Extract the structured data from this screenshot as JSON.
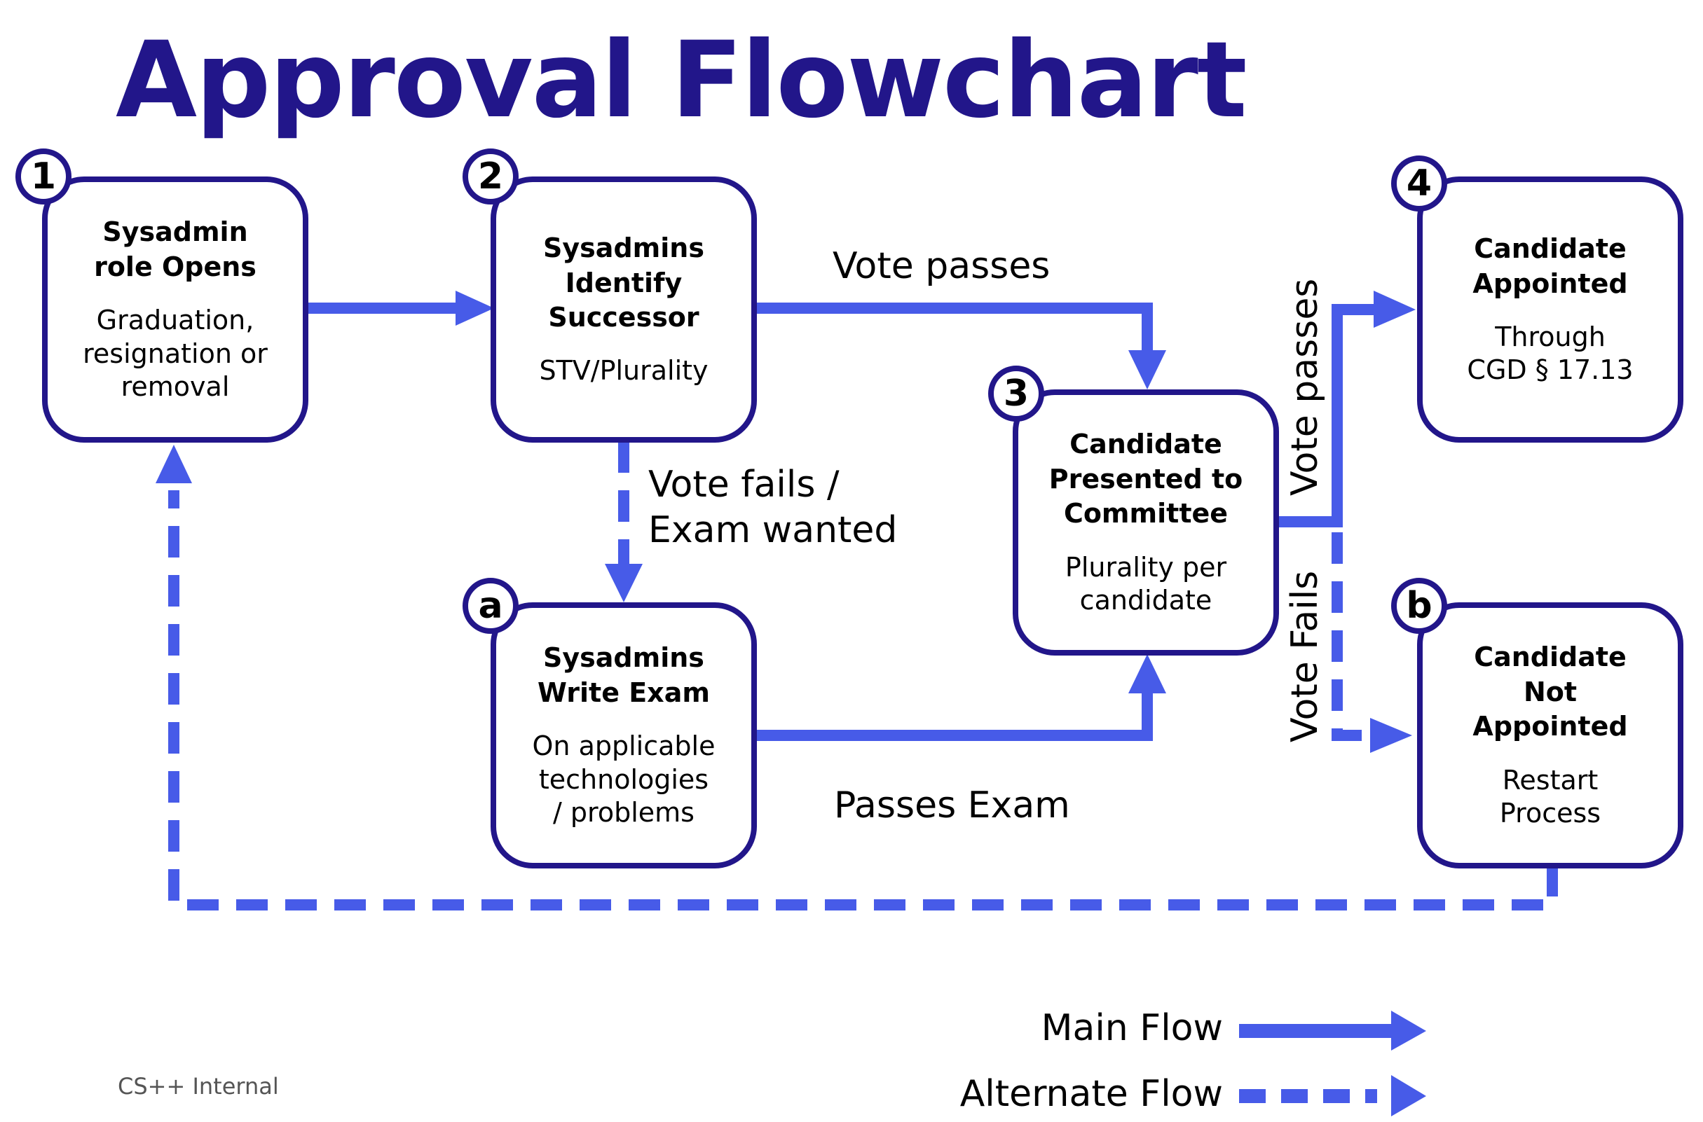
{
  "title": "Approval Flowchart",
  "colors": {
    "accent": "#475be8",
    "border": "#22168a",
    "title": "#22168a"
  },
  "nodes": [
    {
      "badge": "1",
      "title": "Sysadmin role Opens",
      "title_lines": [
        "Sysadmin",
        "role Opens"
      ],
      "subtitle_lines": [
        "Graduation,",
        "resignation or",
        "removal"
      ]
    },
    {
      "badge": "2",
      "title_lines": [
        "Sysadmins",
        "Identify",
        "Successor"
      ],
      "subtitle_lines": [
        "STV/Plurality"
      ]
    },
    {
      "badge": "3",
      "title_lines": [
        "Candidate",
        "Presented to",
        "Committee"
      ],
      "subtitle_lines": [
        "Plurality per",
        "candidate"
      ]
    },
    {
      "badge": "4",
      "title_lines": [
        "Candidate",
        "Appointed"
      ],
      "subtitle_lines": [
        "Through",
        "CGD § 17.13"
      ]
    },
    {
      "badge": "a",
      "title_lines": [
        "Sysadmins",
        "Write Exam"
      ],
      "subtitle_lines": [
        "On applicable",
        "technologies",
        "/ problems"
      ]
    },
    {
      "badge": "b",
      "title_lines": [
        "Candidate",
        "Not",
        "Appointed"
      ],
      "subtitle_lines": [
        "Restart",
        "Process"
      ]
    }
  ],
  "edge_labels": {
    "vote_passes_2_3": "Vote passes",
    "vote_fails": "Vote fails /",
    "exam_wanted": "Exam wanted",
    "passes_exam": "Passes Exam",
    "vote_passes_3_4": "Vote passes",
    "vote_fails_3_b": "Vote Fails"
  },
  "legend": {
    "main": "Main Flow",
    "alternate": "Alternate Flow"
  },
  "footer": "CS++ Internal"
}
